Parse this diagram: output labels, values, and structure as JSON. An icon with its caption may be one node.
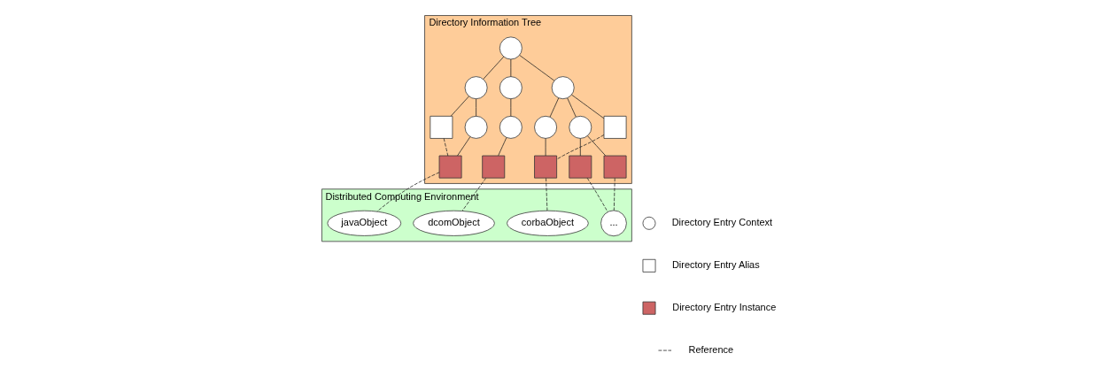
{
  "diagram": {
    "nodes": [
      {
        "text": [
          "Directory Information Tree"
        ]
      },
      {
        "text": [],
        "shape": "circle",
        "in": 0
      },
      {
        "text": [],
        "shape": "circle",
        "in": 0
      },
      {
        "text": [],
        "shape": "circle",
        "in": 0
      },
      {
        "text": [],
        "shape": "circle",
        "in": 0
      },
      {
        "text": [],
        "shape": "box",
        "in": 0
      },
      {
        "text": [],
        "shape": "circle",
        "in": 0
      },
      {
        "text": [],
        "shape": "circle",
        "in": 0
      },
      {
        "text": [],
        "shape": "circle",
        "in": 0
      },
      {
        "text": [],
        "shape": "circle",
        "in": 0
      },
      {
        "text": [],
        "shape": "box",
        "in": 0
      },
      {
        "text": [],
        "shape": "box",
        "in": 0
      },
      {
        "text": [],
        "shape": "box",
        "in": 0
      },
      {
        "text": [],
        "shape": "box",
        "in": 0
      },
      {
        "text": [],
        "shape": "box",
        "in": 0
      },
      {
        "text": [],
        "shape": "box",
        "in": 0
      },
      {
        "text": [
          "Distributed Computing Environment"
        ]
      },
      {
        "text": [
          "javaObject"
        ],
        "in": 16
      },
      {
        "text": [
          "dcomObject"
        ],
        "in": 16
      },
      {
        "text": [
          "corbaObject"
        ],
        "in": 16
      },
      {
        "text": [
          "..."
        ],
        "in": 16
      }
    ],
    "edges": [
      {
        "from": 1,
        "to": 2,
        "arrow": "none"
      },
      {
        "from": 1,
        "to": 3,
        "arrow": "none"
      },
      {
        "from": 1,
        "to": 4,
        "arrow": "none"
      },
      {
        "from": 2,
        "to": 5,
        "arrow": "none"
      },
      {
        "from": 2,
        "to": 6,
        "arrow": "none"
      },
      {
        "from": 3,
        "to": 7,
        "arrow": "none"
      },
      {
        "from": 4,
        "to": 8,
        "arrow": "none"
      },
      {
        "from": 4,
        "to": 9,
        "arrow": "none"
      },
      {
        "from": 4,
        "to": 10,
        "arrow": "none"
      },
      {
        "from": 6,
        "to": 11,
        "arrow": "none"
      },
      {
        "from": 7,
        "to": 12,
        "arrow": "none"
      },
      {
        "from": 8,
        "to": 13,
        "arrow": "none"
      },
      {
        "from": 9,
        "to": 14,
        "arrow": "none"
      },
      {
        "from": 9,
        "to": 15,
        "arrow": "none"
      },
      {
        "from": 5,
        "to": 11,
        "arrow": "none",
        "style": "dashed"
      },
      {
        "from": 10,
        "to": 13,
        "arrow": "none",
        "style": "dashed"
      },
      {
        "from": 11,
        "to": 17,
        "arrow": "none",
        "style": "dashed"
      },
      {
        "from": 12,
        "to": 18,
        "arrow": "none",
        "style": "dashed"
      },
      {
        "from": 13,
        "to": 19,
        "arrow": "none",
        "style": "dashed"
      },
      {
        "from": 14,
        "to": 20,
        "arrow": "none",
        "style": "dashed"
      },
      {
        "from": 15,
        "to": 20,
        "arrow": "none",
        "style": "dashed"
      }
    ],
    "legend": [
      {
        "text": "Directory Entry Context"
      },
      {
        "text": "Directory Entry Alias"
      },
      {
        "text": "Directory Entry Instance",
        "color": "#cd6464"
      },
      {
        "text": "Reference"
      }
    ]
  }
}
